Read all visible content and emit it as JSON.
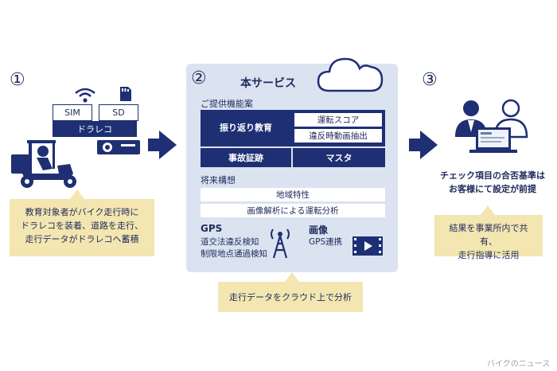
{
  "steps": [
    {
      "number": "①",
      "callout": [
        "教育対象者がバイク走行時に",
        "ドラレコを装着、道路を走行、",
        "走行データがドラレコへ蓄積"
      ]
    },
    {
      "number": "②"
    },
    {
      "number": "③",
      "caption": [
        "チェック項目の合否基準は",
        "お客様にて設定が前提"
      ],
      "callout": [
        "結果を事業所内で共有、",
        "走行指導に活用"
      ]
    }
  ],
  "devices": {
    "sim": "SIM",
    "sd": "SD",
    "dashcam": "ドラレコ"
  },
  "service": {
    "title": "本サービス",
    "provided_label": "ご提供機能案",
    "review_education": "振り返り教育",
    "driving_score": "運転スコア",
    "violation_video": "違反時動画抽出",
    "accident_proof": "事故証跡",
    "master": "マスタ",
    "future_label": "将来構想",
    "regional": "地域特性",
    "image_analysis": "画像解析による運転分析",
    "gps_title": "GPS",
    "gps_lines": [
      "道交法違反検知",
      "制限地点通過検知"
    ],
    "image_title": "画像",
    "image_line": "GPS連携",
    "callout": "走行データをクラウド上で分析"
  },
  "watermark": "バイクのニュース"
}
